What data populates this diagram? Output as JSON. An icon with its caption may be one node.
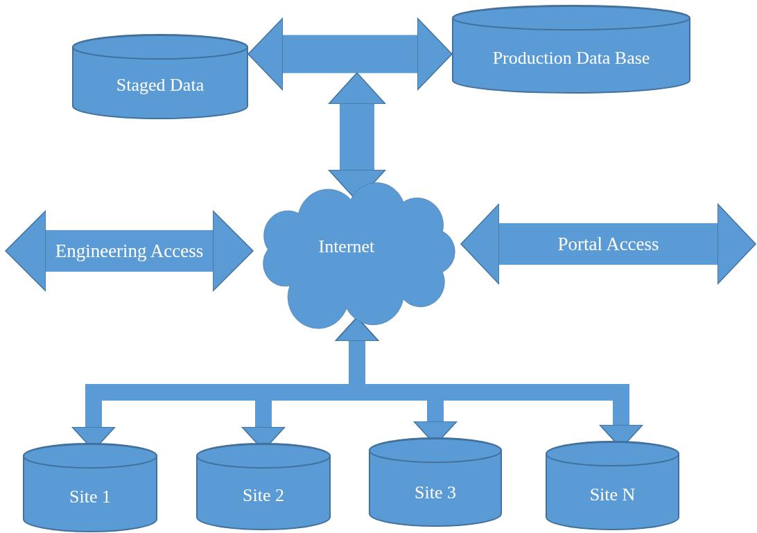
{
  "diagram": {
    "nodes": [
      {
        "text": [
          "Staged Data"
        ]
      },
      {
        "text": [
          "Production Data Base"
        ]
      },
      {
        "text": [
          "Internet"
        ]
      },
      {
        "text": [
          "Site 1"
        ]
      },
      {
        "text": [
          "Site 2"
        ]
      },
      {
        "text": [
          "Site 3"
        ]
      },
      {
        "text": [
          "Site N"
        ]
      }
    ],
    "edges": [
      {
        "from": 0,
        "to": 1,
        "arrow": "both",
        "style": "thick"
      },
      {
        "from": 0,
        "to": 2,
        "arrow": "both",
        "style": "thick"
      },
      {
        "from": null,
        "to": 2,
        "arrow": "both",
        "label": "Engineering Access",
        "style": "thick"
      },
      {
        "from": 2,
        "to": null,
        "arrow": "both",
        "label": "Portal Access",
        "style": "thick"
      },
      {
        "from": 2,
        "to": 3,
        "arrow": "both"
      },
      {
        "from": 2,
        "to": 4,
        "arrow": "both"
      },
      {
        "from": 2,
        "to": 5,
        "arrow": "both"
      },
      {
        "from": 2,
        "to": 6,
        "arrow": "both"
      }
    ]
  }
}
